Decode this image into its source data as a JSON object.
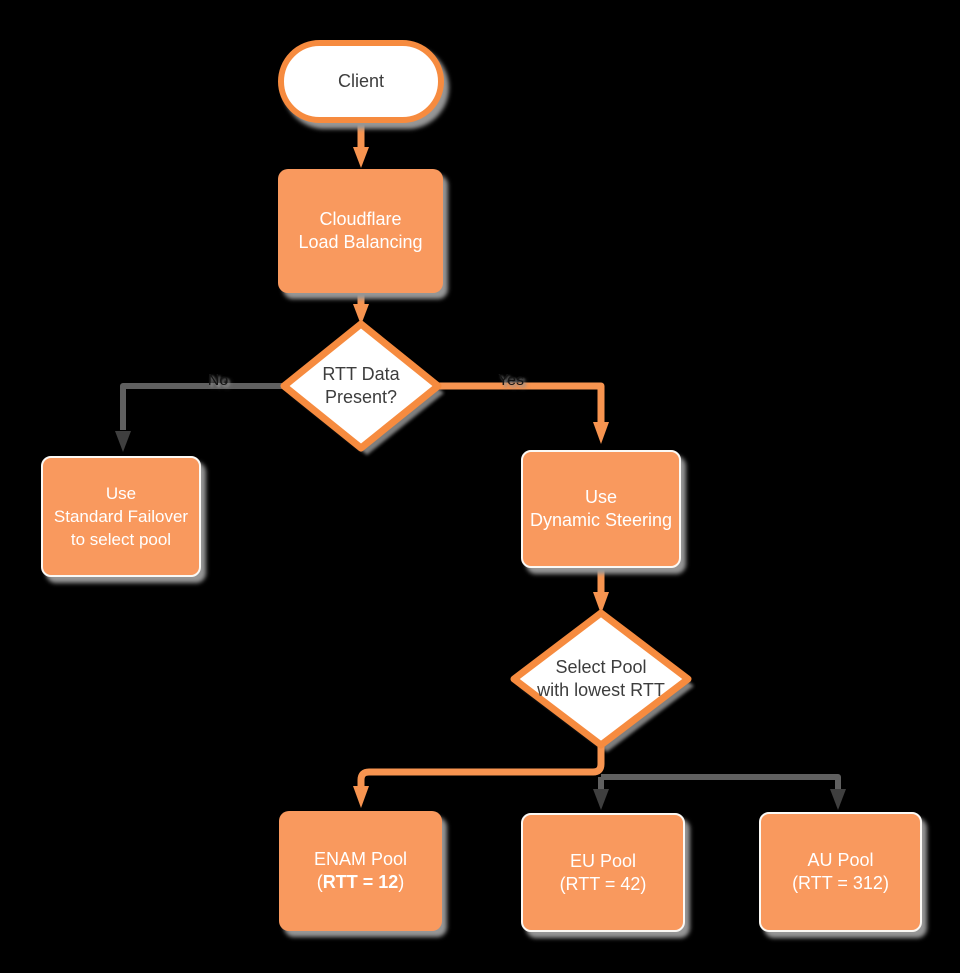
{
  "colors": {
    "background": "#000000",
    "node_fill": "#F9995E",
    "node_border": "#F68B3F",
    "node_edge_light": "#FBF9F5",
    "line_orange": "#F79450",
    "line_gray": "#606060",
    "arrow_dark": "#3F3F3F",
    "text_on_orange": "#FFFFFF",
    "text_on_white": "#3D3D3D",
    "shadow": "#969696"
  },
  "diagram": {
    "nodes": {
      "client": {
        "label": "Client"
      },
      "cloudflare_lb": {
        "line1": "Cloudflare",
        "line2": "Load Balancing"
      },
      "rtt_decision": {
        "line1": "RTT Data",
        "line2": "Present?"
      },
      "standard_failover": {
        "line1": "Use",
        "line2": "Standard Failover",
        "line3": "to select pool"
      },
      "dynamic_steering": {
        "line1": "Use",
        "line2": "Dynamic Steering"
      },
      "select_pool": {
        "line1": "Select Pool",
        "line2": "with lowest RTT"
      },
      "enam_pool": {
        "line1": "ENAM Pool",
        "line2_open": "(",
        "line2_bold": "RTT = 12",
        "line2_close": ")"
      },
      "eu_pool": {
        "line1": "EU Pool",
        "line2": "(RTT = 42)"
      },
      "au_pool": {
        "line1": "AU Pool",
        "line2": "(RTT = 312)"
      }
    },
    "edge_labels": {
      "no": "No",
      "yes": "Yes"
    }
  }
}
